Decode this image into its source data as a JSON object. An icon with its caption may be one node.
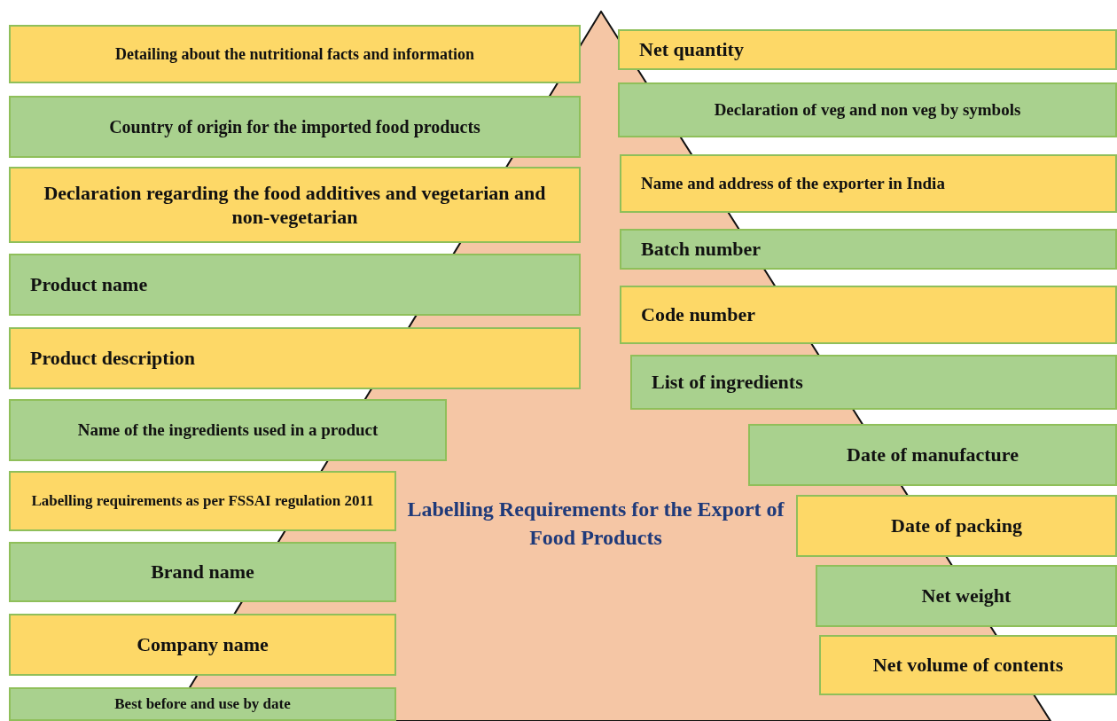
{
  "diagram": {
    "nodes": [
      {
        "text": [
          "Detailing about the nutritional facts and information"
        ]
      },
      {
        "text": [
          "Country of origin for the imported food products"
        ]
      },
      {
        "text": [
          "Declaration regarding the food additives and vegetarian and non-vegetarian"
        ]
      },
      {
        "text": [
          "Product name"
        ]
      },
      {
        "text": [
          "Product description"
        ]
      },
      {
        "text": [
          "Name of the ingredients used in a product"
        ]
      },
      {
        "text": [
          "Labelling requirements as per FSSAI regulation 2011"
        ]
      },
      {
        "text": [
          "Brand name"
        ]
      },
      {
        "text": [
          "Company name"
        ]
      },
      {
        "text": [
          "Best before and use by date"
        ]
      },
      {
        "text": [
          "Net quantity"
        ]
      },
      {
        "text": [
          "Declaration of veg and non veg by symbols"
        ]
      },
      {
        "text": [
          "Name and address of the exporter in India"
        ]
      },
      {
        "text": [
          "Batch number"
        ]
      },
      {
        "text": [
          "Code number"
        ]
      },
      {
        "text": [
          "List of ingredients"
        ]
      },
      {
        "text": [
          "Date of manufacture"
        ]
      },
      {
        "text": [
          "Date of packing"
        ]
      },
      {
        "text": [
          "Net weight"
        ]
      },
      {
        "text": [
          "Net volume of contents"
        ]
      },
      {
        "text": [
          "Labelling Requirements for the Export of Food Products"
        ]
      }
    ]
  }
}
